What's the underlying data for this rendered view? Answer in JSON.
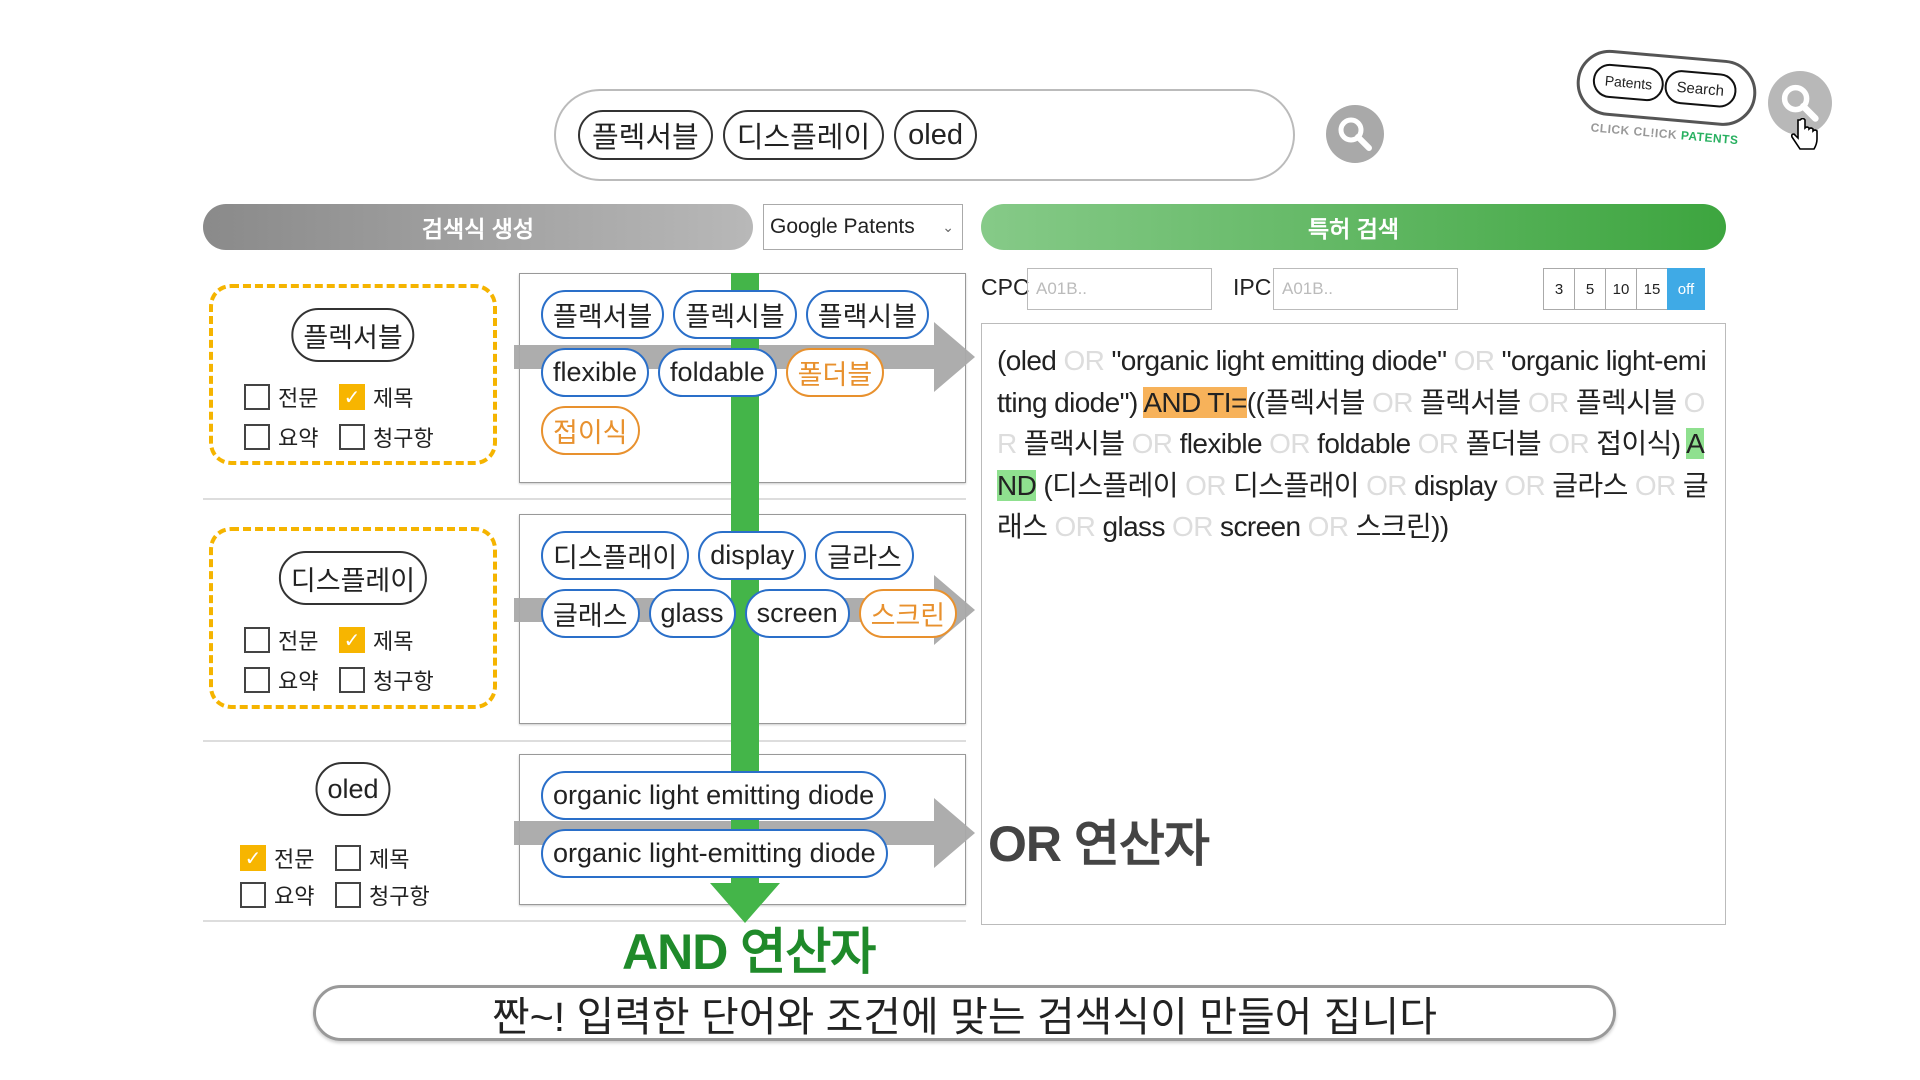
{
  "search": {
    "chips": [
      "플렉서블",
      "디스플레이",
      "oled"
    ]
  },
  "logo": {
    "patents_btn": "Patents",
    "search_btn": "Search",
    "tagline_gray": "CLICK CL!ICK",
    "tagline_green": "PATENTS"
  },
  "left_header": "검색식 생성",
  "source_select": "Google Patents",
  "right_header": "특허 검색",
  "rows": [
    {
      "keyword": "플렉서블",
      "highlighted": true,
      "checks": [
        {
          "label": "전문",
          "checked": false
        },
        {
          "label": "제목",
          "checked": true
        },
        {
          "label": "요약",
          "checked": false
        },
        {
          "label": "청구항",
          "checked": false
        }
      ],
      "chips": [
        {
          "text": "플랙서블",
          "color": "blue"
        },
        {
          "text": "플렉시블",
          "color": "blue"
        },
        {
          "text": "플랙시블",
          "color": "blue"
        },
        {
          "text": "flexible",
          "color": "blue"
        },
        {
          "text": "foldable",
          "color": "blue"
        },
        {
          "text": "폴더블",
          "color": "orange"
        },
        {
          "text": "접이식",
          "color": "orange"
        }
      ]
    },
    {
      "keyword": "디스플레이",
      "highlighted": true,
      "checks": [
        {
          "label": "전문",
          "checked": false
        },
        {
          "label": "제목",
          "checked": true
        },
        {
          "label": "요약",
          "checked": false
        },
        {
          "label": "청구항",
          "checked": false
        }
      ],
      "chips": [
        {
          "text": "디스플래이",
          "color": "blue"
        },
        {
          "text": "display",
          "color": "blue"
        },
        {
          "text": "글라스",
          "color": "blue"
        },
        {
          "text": "글래스",
          "color": "blue"
        },
        {
          "text": "glass",
          "color": "blue"
        },
        {
          "text": "screen",
          "color": "blue"
        },
        {
          "text": "스크린",
          "color": "orange"
        }
      ]
    },
    {
      "keyword": "oled",
      "highlighted": false,
      "checks": [
        {
          "label": "전문",
          "checked": true
        },
        {
          "label": "제목",
          "checked": false
        },
        {
          "label": "요약",
          "checked": false
        },
        {
          "label": "청구항",
          "checked": false
        }
      ],
      "chips": [
        {
          "text": "organic light emitting diode",
          "color": "blue"
        },
        {
          "text": "organic light-emitting diode",
          "color": "blue"
        }
      ]
    }
  ],
  "cpc": {
    "label": "CPC",
    "placeholder": "A01B.."
  },
  "ipc": {
    "label": "IPC",
    "placeholder": "A01B.."
  },
  "limit_buttons": [
    "3",
    "5",
    "10",
    "15",
    "off"
  ],
  "limit_active": "off",
  "query": [
    {
      "t": "(oled "
    },
    {
      "t": "OR",
      "s": "or"
    },
    {
      "t": " \"organic light emitting diode\" "
    },
    {
      "t": "OR",
      "s": "or"
    },
    {
      "t": " \"organic light-emitting diode\") "
    },
    {
      "t": "AND TI=",
      "s": "hl-orange"
    },
    {
      "t": "((플렉서블 "
    },
    {
      "t": "OR",
      "s": "or"
    },
    {
      "t": " 플랙서블 "
    },
    {
      "t": "OR",
      "s": "or"
    },
    {
      "t": " 플렉시블 "
    },
    {
      "t": "OR",
      "s": "or"
    },
    {
      "t": " 플랙시블 "
    },
    {
      "t": "OR",
      "s": "or"
    },
    {
      "t": " flexible "
    },
    {
      "t": "OR",
      "s": "or"
    },
    {
      "t": " foldable "
    },
    {
      "t": "OR",
      "s": "or"
    },
    {
      "t": " 폴더블 "
    },
    {
      "t": "OR",
      "s": "or"
    },
    {
      "t": " 접이식) "
    },
    {
      "t": "AND",
      "s": "hl-green"
    },
    {
      "t": " (디스플레이 "
    },
    {
      "t": "OR",
      "s": "or"
    },
    {
      "t": " 디스플래이 "
    },
    {
      "t": "OR",
      "s": "or"
    },
    {
      "t": " display "
    },
    {
      "t": "OR",
      "s": "or"
    },
    {
      "t": " 글라스 "
    },
    {
      "t": "OR",
      "s": "or"
    },
    {
      "t": " 글래스 "
    },
    {
      "t": "OR",
      "s": "or"
    },
    {
      "t": " glass "
    },
    {
      "t": "OR",
      "s": "or"
    },
    {
      "t": " screen "
    },
    {
      "t": "OR",
      "s": "or"
    },
    {
      "t": " 스크린))"
    }
  ],
  "annotations": {
    "and_label": "AND 연산자",
    "or_label": "OR 연산자",
    "caption": "짠~! 입력한 단어와 조건에 맞는 검색식이 만들어 집니다"
  },
  "colors": {
    "and_green": "#1f8a2a",
    "arrow_green": "#44b549",
    "arrow_gray": "#a9a9a9",
    "chip_blue": "#2a6fc9",
    "chip_orange": "#e8912e",
    "check_yellow": "#f7b500"
  }
}
